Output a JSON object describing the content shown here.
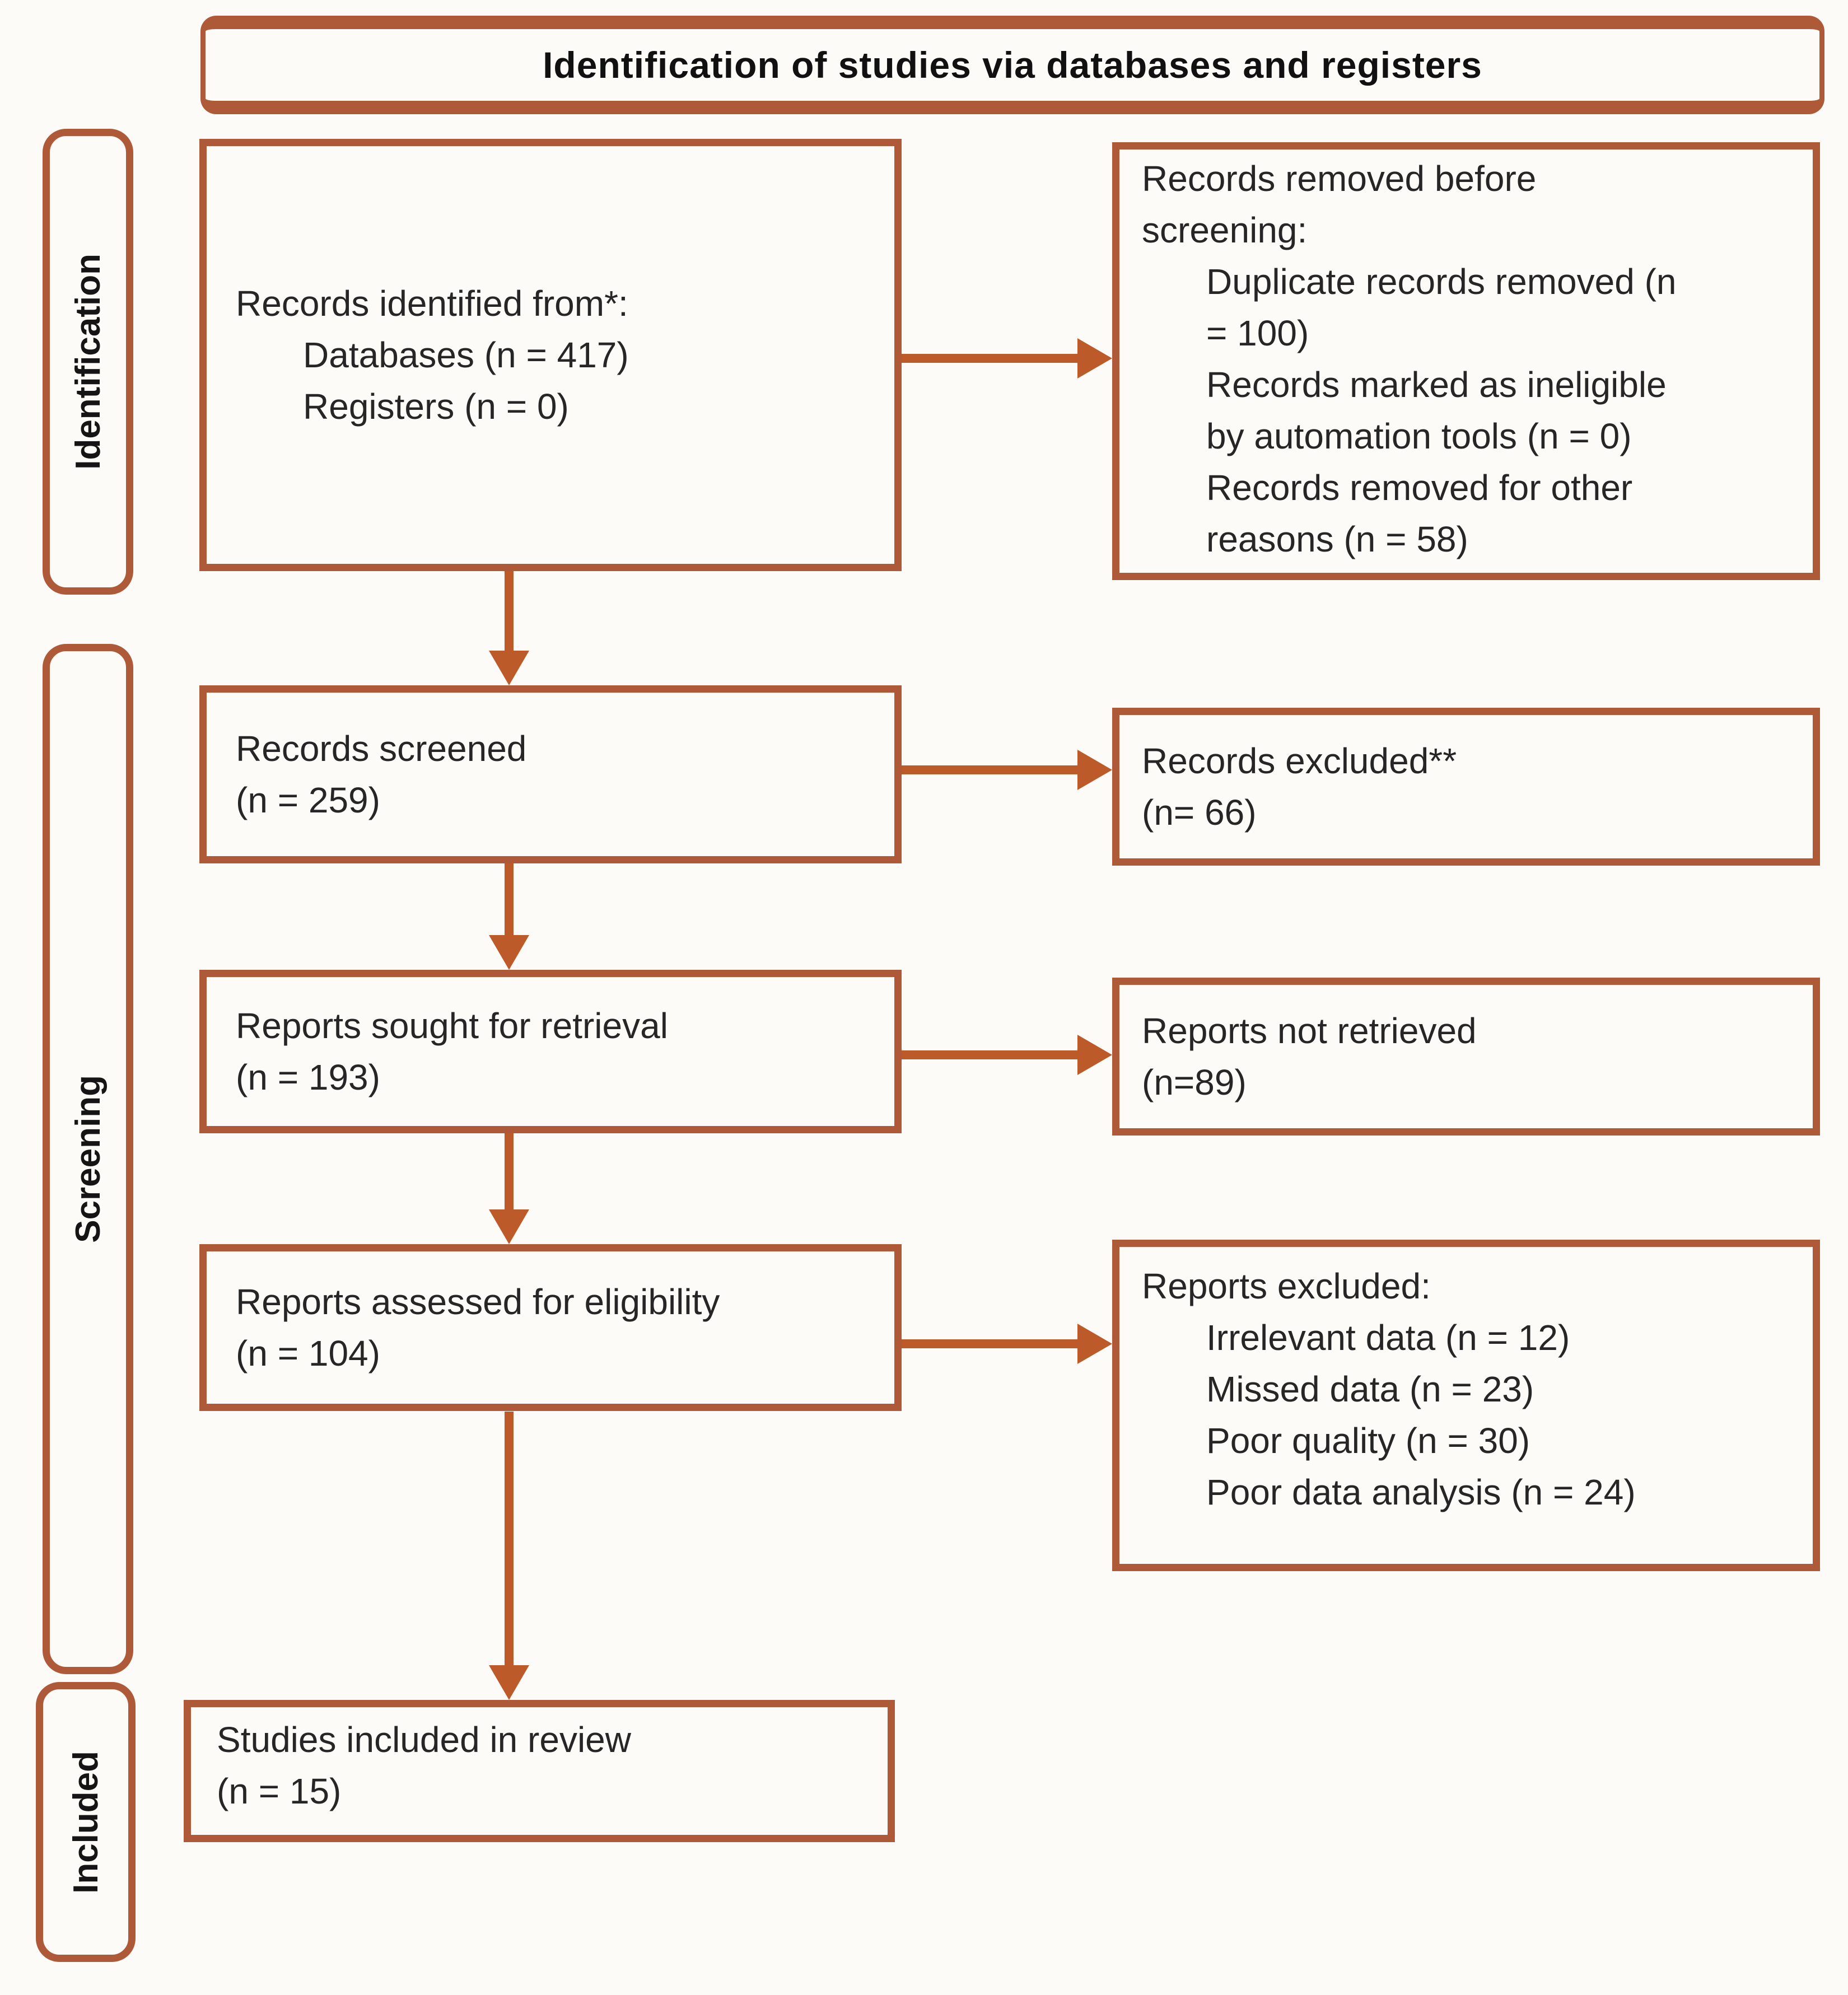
{
  "title": "Identification of studies via databases and registers",
  "stages": [
    {
      "label": "Identification"
    },
    {
      "label": "Screening"
    },
    {
      "label": "Included"
    }
  ],
  "boxes": {
    "identified": {
      "heading": "Records identified from*:",
      "items": [
        "Databases (n = 417)",
        "Registers (n = 0)"
      ]
    },
    "removed_before_screening": {
      "heading": "Records removed before screening:",
      "items": [
        "Duplicate records removed (n = 100)",
        "Records marked as ineligible by automation tools (n = 0)",
        "Records removed for other reasons (n = 58)"
      ]
    },
    "screened": {
      "line1": "Records screened",
      "line2": "(n = 259)"
    },
    "records_excluded": {
      "line1": "Records excluded**",
      "line2": "(n= 66)"
    },
    "sought": {
      "line1": "Reports sought for retrieval",
      "line2": "(n = 193)"
    },
    "not_retrieved": {
      "line1": "Reports not retrieved",
      "line2": "(n=89)"
    },
    "assessed": {
      "line1": "Reports assessed for eligibility",
      "line2": "(n = 104)"
    },
    "reports_excluded": {
      "heading": "Reports excluded:",
      "items": [
        "Irrelevant data (n = 12)",
        "Missed data (n = 23)",
        "Poor quality (n = 30)",
        "Poor data analysis (n = 24)"
      ]
    },
    "included_studies": {
      "line1": "Studies included in review",
      "line2": "(n = 15)"
    }
  },
  "colors": {
    "border": "#ae5a38",
    "arrow": "#bc5a2a",
    "text": "#262626",
    "background": "#fdfbf7"
  }
}
